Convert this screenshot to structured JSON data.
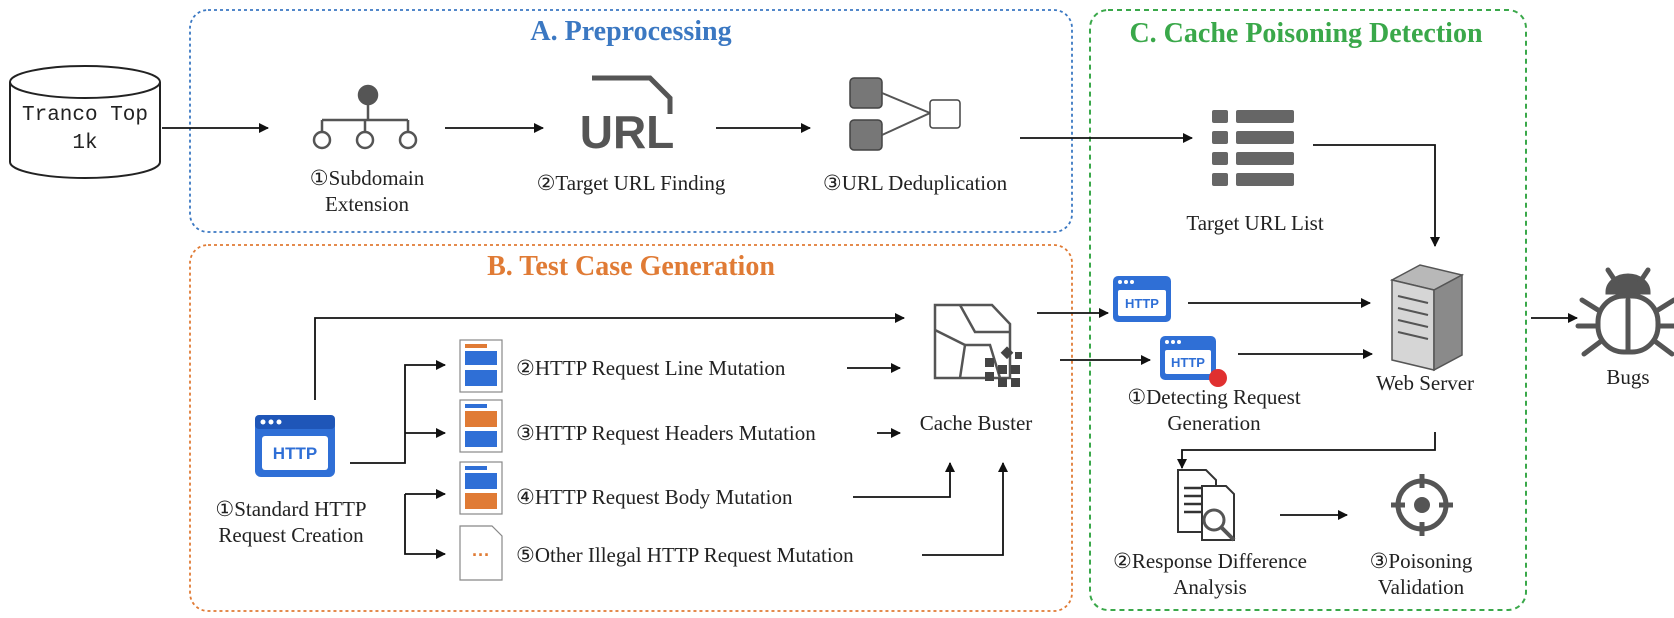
{
  "colors": {
    "preprocessing": "#3b78c2",
    "test_case": "#e07b35",
    "detection": "#3aa84a",
    "icon_gray": "#555555",
    "http_blue": "#2f6fd6",
    "doc_orange": "#e07b35",
    "devil_red": "#e03030"
  },
  "sections": {
    "preprocessing": {
      "title": "A. Preprocessing"
    },
    "test_case": {
      "title": "B. Test Case Generation"
    },
    "detection": {
      "title": "C. Cache Poisoning Detection"
    }
  },
  "source": {
    "line1": "Tranco Top",
    "line2": "1k"
  },
  "preprocessing": {
    "subdomain": {
      "line1": "①Subdomain",
      "line2": "Extension"
    },
    "target_url_finding": "②Target URL Finding",
    "url_dedup": "③URL Deduplication",
    "url_icon_text": "URL"
  },
  "test_case": {
    "standard": {
      "line1": "①Standard HTTP",
      "line2": "Request Creation"
    },
    "mutations": [
      "②HTTP Request Line Mutation",
      "③HTTP Request Headers Mutation",
      "④HTTP Request Body Mutation",
      "⑤Other Illegal HTTP Request Mutation"
    ],
    "cache_buster": "Cache Buster",
    "http_badge": "HTTP",
    "other_doc_glyph": "···"
  },
  "detection": {
    "target_url_list": "Target URL List",
    "detecting": {
      "line1": "①Detecting Request",
      "line2": "Generation"
    },
    "web_server": "Web Server",
    "response_diff": {
      "line1": "②Response Difference",
      "line2": "Analysis"
    },
    "poisoning": {
      "line1": "③Poisoning",
      "line2": "Validation"
    }
  },
  "bugs": "Bugs"
}
